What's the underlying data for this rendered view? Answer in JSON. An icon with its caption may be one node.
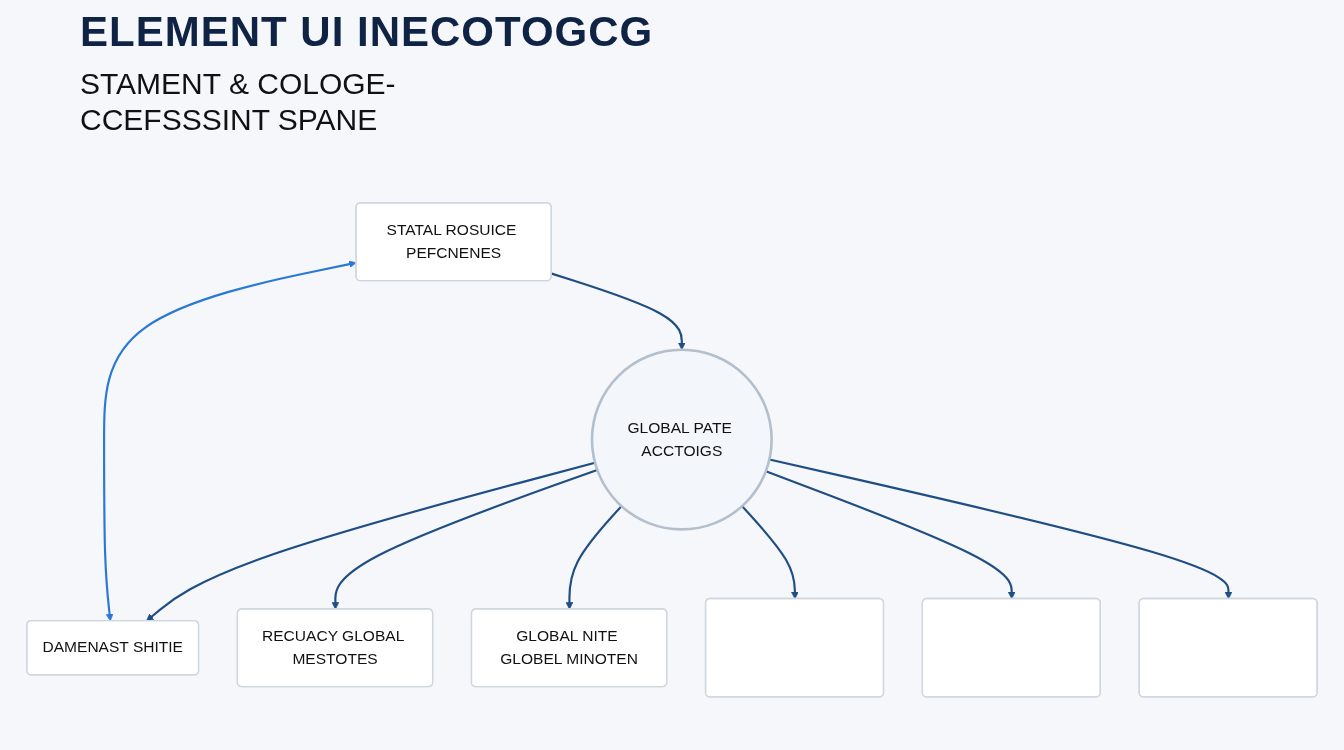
{
  "diagram": {
    "title": "ELEMENT UI INECOTOGCG",
    "nodes": [
      {
        "text": [
          "DAMENAST SHITIE"
        ]
      },
      {
        "text": [
          "RECUACY GLOBAL MESTOTES"
        ]
      },
      {
        "text": [
          "STATAL ROSUICE PEFCNENES"
        ]
      },
      {
        "text": [
          "GLOBAL PATE ACCTOIGS"
        ]
      },
      {
        "text": [
          "GLOBAL NITE GLOBEL MINOTEN"
        ]
      },
      {
        "text": [],
        "shape": "box"
      },
      {
        "text": [],
        "shape": "box"
      },
      {
        "text": [],
        "shape": "box"
      }
    ],
    "edges": [
      {
        "from": 2,
        "to": 0,
        "arrow": "both",
        "color": "#2a78d6"
      },
      {
        "from": 3,
        "to": 0,
        "arrow": "to"
      },
      {
        "from": 3,
        "to": 1,
        "arrow": "to"
      },
      {
        "from": 2,
        "to": 3,
        "arrow": "to"
      },
      {
        "from": 3,
        "to": 4,
        "arrow": "to"
      },
      {
        "from": 3,
        "to": 5,
        "arrow": "to"
      },
      {
        "from": 3,
        "to": 6,
        "arrow": "to"
      },
      {
        "from": 3,
        "to": 7,
        "arrow": "to"
      }
    ],
    "labels": [
      "STAMENT & COLOGE- CCEFSSSINT SPANE"
    ]
  }
}
